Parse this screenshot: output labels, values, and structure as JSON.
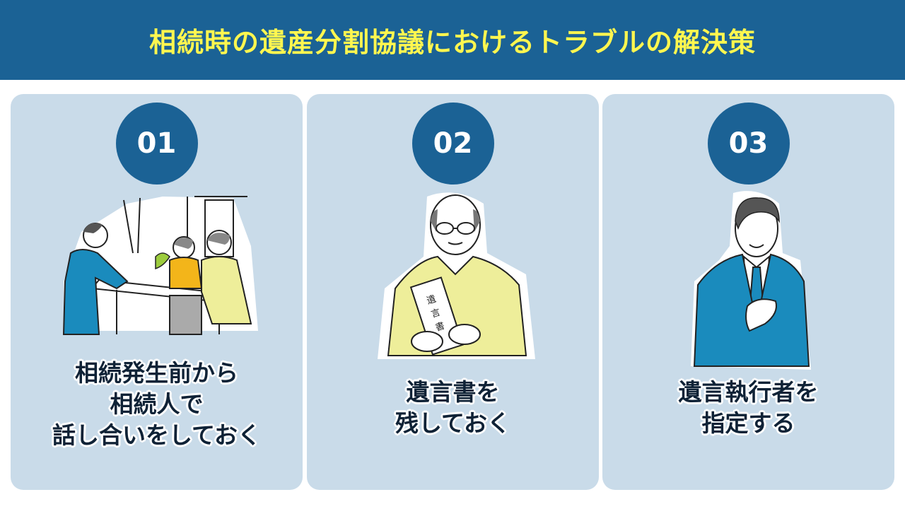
{
  "header": {
    "title": "相続時の遺産分割協議におけるトラブルの解決策"
  },
  "colors": {
    "header_bg": "#1b6295",
    "title_yellow": "#fff64f",
    "card_bg": "#c9dbe9",
    "circle_bg": "#1b6295",
    "text_dark": "#0f2236"
  },
  "cards": [
    {
      "number": "01",
      "illustration": "family-consultation-illustration",
      "lines": [
        "相続発生前から",
        "相続人で",
        "話し合いをしておく"
      ]
    },
    {
      "number": "02",
      "illustration": "elderly-man-holding-will-illustration",
      "envelope_text": "遺言書",
      "lines": [
        "遺言書を",
        "残しておく"
      ]
    },
    {
      "number": "03",
      "illustration": "businessman-hand-on-chest-illustration",
      "lines": [
        "遺言執行者を",
        "指定する"
      ]
    }
  ]
}
